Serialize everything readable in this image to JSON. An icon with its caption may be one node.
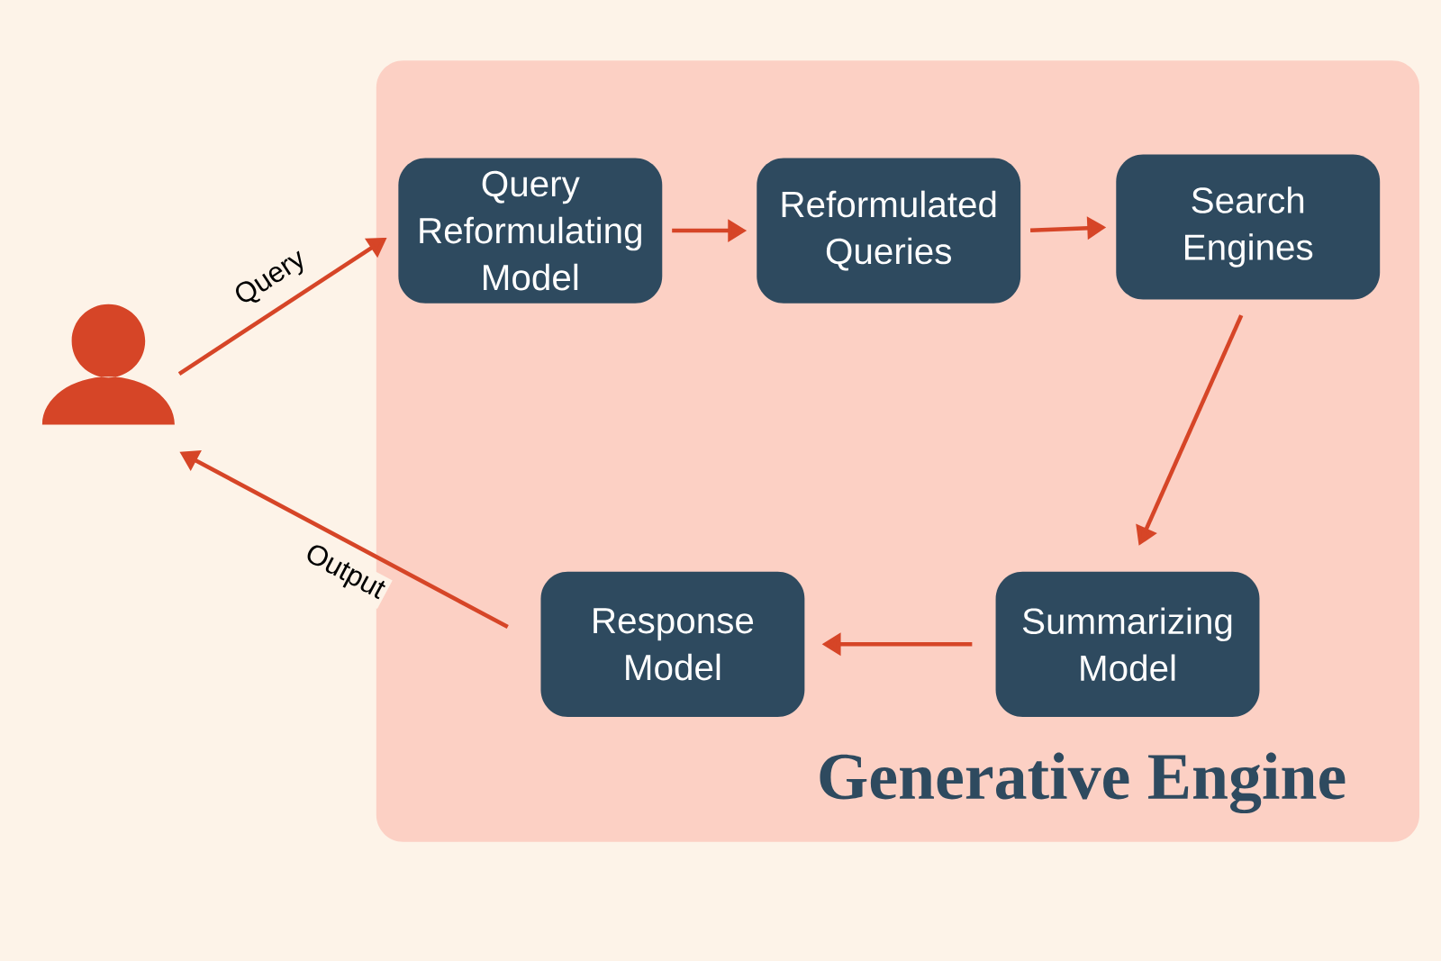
{
  "diagram": {
    "nodes": [
      {
        "text": [],
        "shape": "person"
      },
      {
        "text": [
          "Generative Engine"
        ]
      },
      {
        "text": [
          "Query Reformulating Model"
        ],
        "in": 1
      },
      {
        "text": [
          "Reformulated Queries"
        ],
        "in": 1
      },
      {
        "text": [
          "Search Engines"
        ],
        "in": 1
      },
      {
        "text": [
          "Response Model"
        ],
        "in": 1
      },
      {
        "text": [
          "Summarizing Model"
        ],
        "in": 1
      }
    ],
    "edges": [
      {
        "from": 0,
        "to": 2,
        "arrow": "to",
        "label": "Query"
      },
      {
        "from": 2,
        "to": 3,
        "arrow": "to"
      },
      {
        "from": 3,
        "to": 4,
        "arrow": "to"
      },
      {
        "from": 4,
        "to": 6,
        "arrow": "to"
      },
      {
        "from": 6,
        "to": 5,
        "arrow": "to"
      },
      {
        "from": 5,
        "to": 0,
        "arrow": "to",
        "label": "Output"
      }
    ]
  }
}
